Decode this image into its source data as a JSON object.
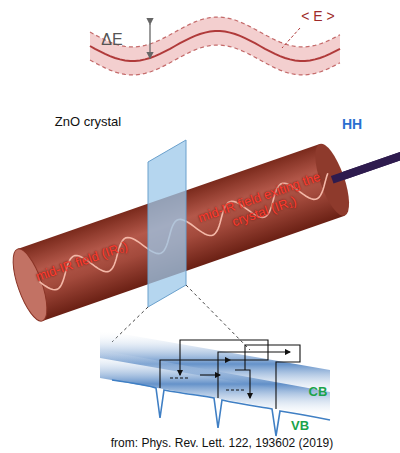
{
  "diagram": {
    "caption": "from: Phys. Rev. Lett. 122, 193602 (2019)",
    "labels": [
      "ΔE",
      "< E >",
      "ZnO crystal",
      "HH",
      "mid-IR field (IR₀)",
      "mid-IR field exiting the crystal (IR₁)",
      "CB",
      "VB"
    ]
  }
}
